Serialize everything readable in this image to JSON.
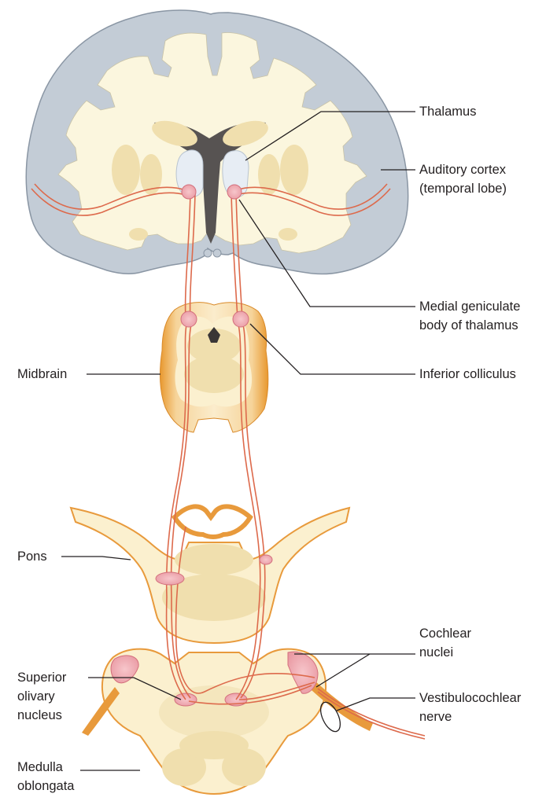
{
  "labels": {
    "thalamus": "Thalamus",
    "auditory_cortex_1": "Auditory cortex",
    "auditory_cortex_2": "(temporal lobe)",
    "medial_geniculate_1": "Medial geniculate",
    "medial_geniculate_2": "body of thalamus",
    "inferior_colliculus": "Inferior colliculus",
    "midbrain": "Midbrain",
    "pons": "Pons",
    "cochlear_1": "Cochlear",
    "cochlear_2": "nuclei",
    "superior_olivary_1": "Superior",
    "superior_olivary_2": "olivary",
    "superior_olivary_3": "nucleus",
    "vestibulocochlear_1": "Vestibulocochlear",
    "vestibulocochlear_2": "nerve",
    "medulla_1": "Medulla",
    "medulla_2": "oblongata"
  },
  "colors": {
    "cortex_gray": "#c3ccd6",
    "cortex_outline": "#8a96a4",
    "tissue_cream": "#fbf6de",
    "nucleus_tan": "#f0dfae",
    "brainstem_orange": "#e89a3c",
    "pathway_red": "#dd6a4c",
    "nucleus_pink": "#f2b2ba",
    "ventricle_dark": "#5a5656",
    "leader_line": "#231f20"
  }
}
